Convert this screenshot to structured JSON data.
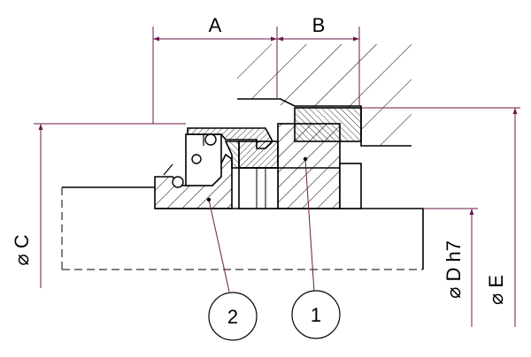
{
  "dimensions": {
    "a_label": "A",
    "b_label": "B",
    "c_label": "⌀ C",
    "d_label": "⌀ D  h7",
    "e_label": "⌀ E"
  },
  "callouts": [
    {
      "number": "2"
    },
    {
      "number": "1"
    }
  ],
  "colors": {
    "dimension_line": "#6b1a4a",
    "outline": "#000000",
    "hatch": "#000000"
  }
}
